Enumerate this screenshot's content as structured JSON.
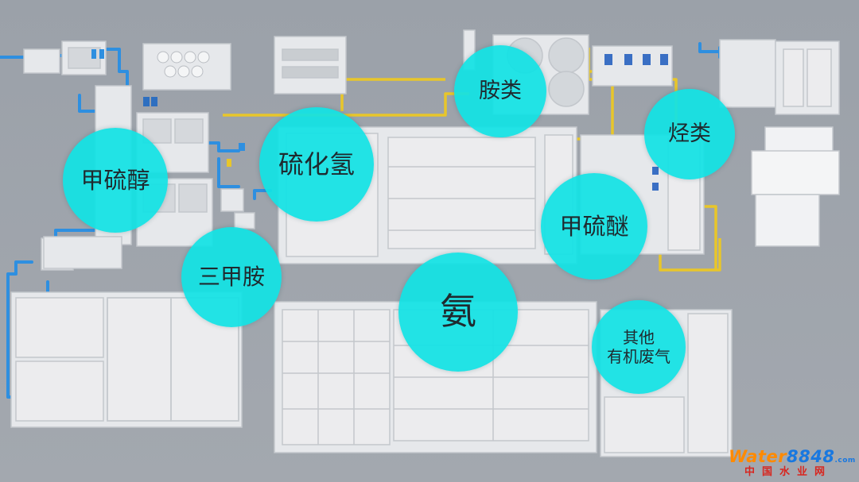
{
  "labels": {
    "methanethiol": "甲硫醇",
    "hydrogen_sulfide": "硫化氢",
    "amines": "胺类",
    "hydrocarbons": "烃类",
    "dimethyl_sulfide": "甲硫醚",
    "trimethylamine": "三甲胺",
    "ammonia": "氨",
    "other_line1": "其他",
    "other_line2": "有机废气"
  },
  "watermark": {
    "brand_part1": "Water",
    "brand_part2": "8848",
    "brand_suffix": ".com",
    "subtitle": "中国水业网"
  },
  "colors": {
    "bubble": "#12e2e4",
    "pipe_blue": "#2e8fe0",
    "pipe_yellow": "#e8c62a",
    "ground": "#9ea3ab",
    "structure": "#e6e8eb"
  }
}
